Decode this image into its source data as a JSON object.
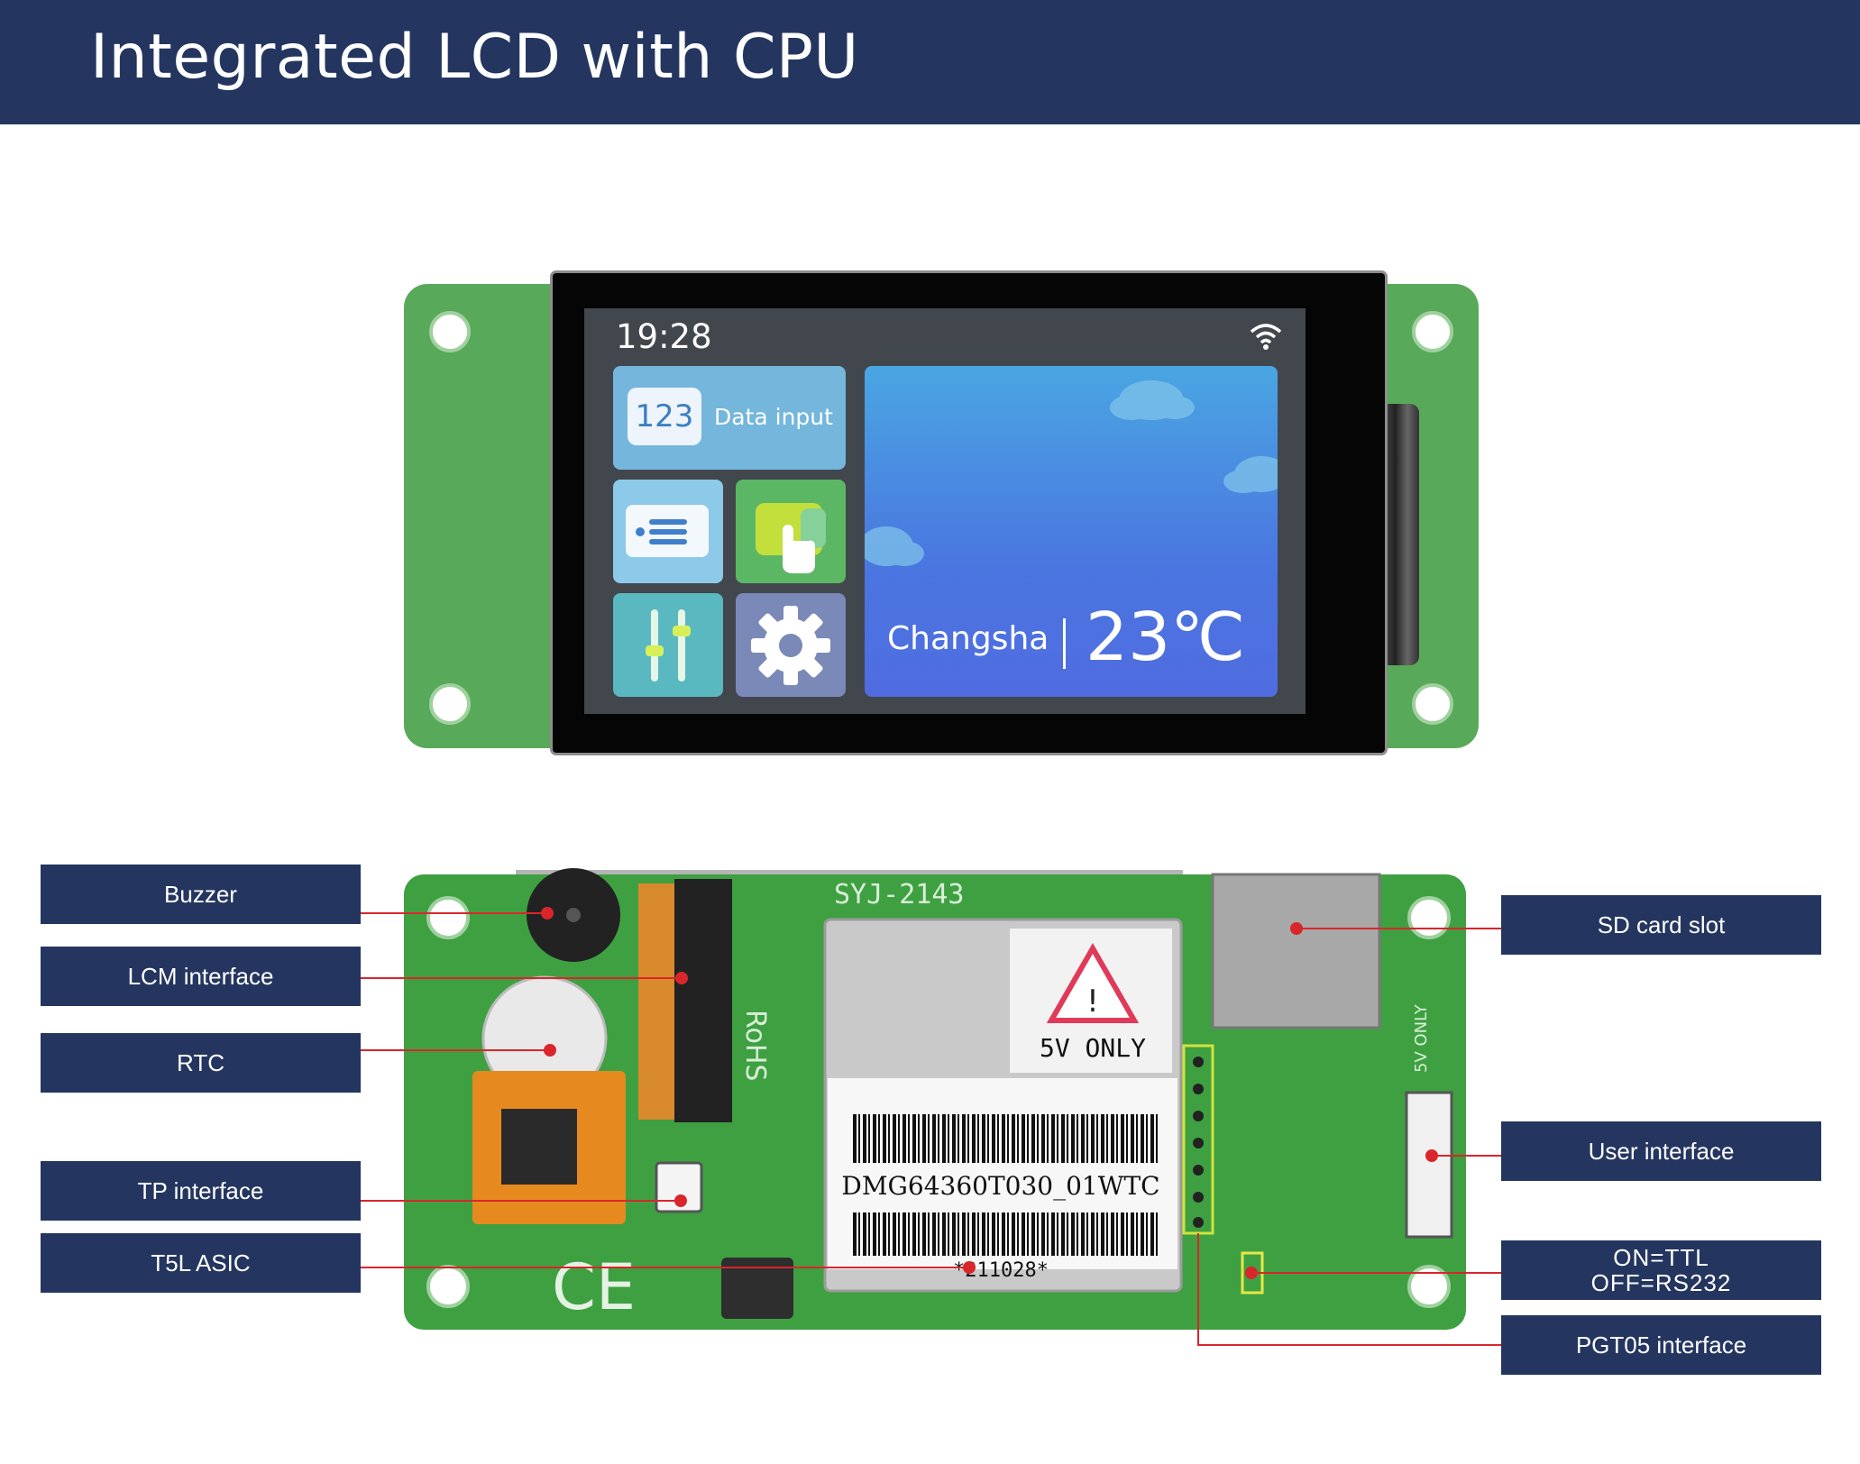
{
  "header": {
    "title": "Integrated LCD with CPU"
  },
  "screen": {
    "time": "19:28",
    "tiles": {
      "data_input_number": "123",
      "data_input_label": "Data input"
    },
    "weather": {
      "city": "Changsha",
      "temperature": "23℃"
    }
  },
  "board": {
    "silkscreen_model": "SYJ-2143",
    "warning_text": "5V ONLY",
    "part_number": "DMG64360T030_01WTC",
    "serial": "*211028*",
    "rohs": "RoHS",
    "ce": "CE",
    "side_text": "5V ONLY",
    "switch_text": "ON=TTL OFF=RS232"
  },
  "callouts": {
    "left": [
      "Buzzer",
      "LCM interface",
      "RTC",
      "TP interface",
      "T5L ASIC"
    ],
    "right": [
      "SD card slot",
      "User interface",
      "ON=TTL",
      "OFF=RS232",
      "PGT05 interface"
    ]
  },
  "colors": {
    "header": "#243660",
    "pcb": "#58a95a",
    "leader": "#d9262b"
  }
}
